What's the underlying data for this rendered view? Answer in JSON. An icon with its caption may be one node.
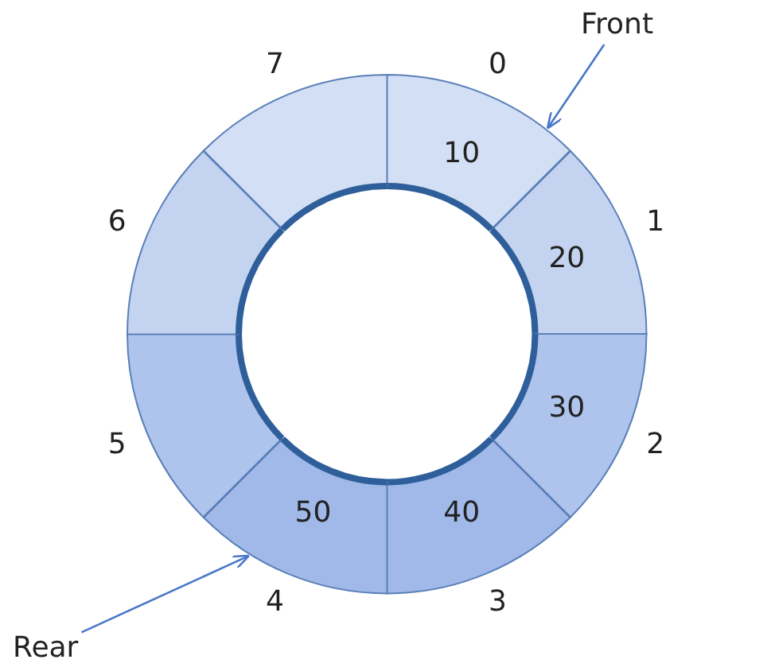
{
  "diagram": {
    "nodes": [
      {
        "text": [
          "10"
        ],
        "beside": [
          "0"
        ]
      },
      {
        "text": [
          "20"
        ],
        "beside": [
          "1"
        ]
      },
      {
        "text": [
          "30"
        ],
        "beside": [
          "2"
        ]
      },
      {
        "text": [
          "40"
        ],
        "beside": [
          "3"
        ]
      },
      {
        "text": [
          "50"
        ],
        "beside": [
          "4"
        ]
      },
      {
        "text": [],
        "shape": "box",
        "beside": [
          "5"
        ]
      },
      {
        "text": [],
        "shape": "box",
        "beside": [
          "6"
        ]
      },
      {
        "text": [],
        "shape": "box",
        "beside": [
          "7"
        ]
      },
      {
        "text": [
          "Front"
        ]
      },
      {
        "text": [
          "Rear"
        ]
      }
    ],
    "edges": [
      {
        "from": 8,
        "to": 0,
        "arrow": "to"
      },
      {
        "from": 9,
        "to": 4,
        "arrow": "to"
      }
    ]
  }
}
